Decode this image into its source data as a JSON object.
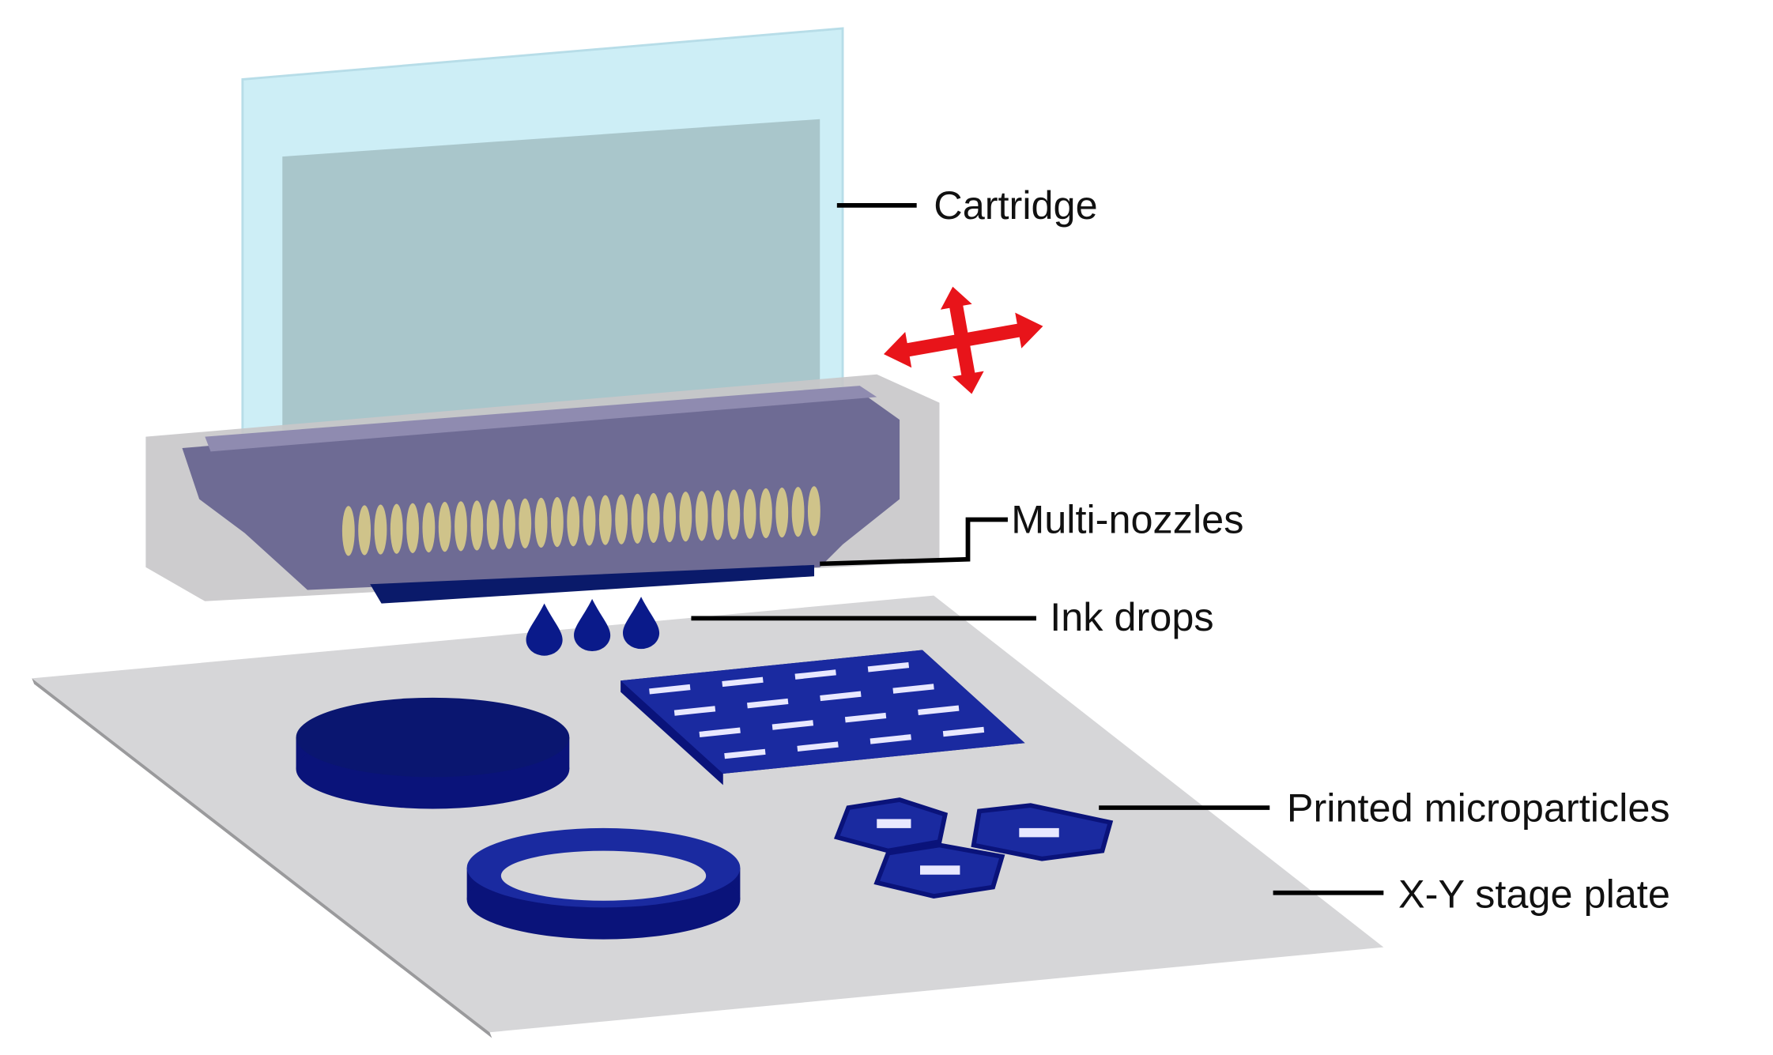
{
  "labels": {
    "cartridge": "Cartridge",
    "multi_nozzles": "Multi-nozzles",
    "ink_drops": "Ink drops",
    "printed_microparticles": "Printed microparticles",
    "stage_plate": "X-Y stage plate"
  },
  "colors": {
    "cartridge": "#cdeef6",
    "cartridge_inner": "#a9c6cb",
    "housing": "#c8c6c9",
    "print_head": "#6e6b94",
    "nozzles": "#cfc38a",
    "ink": "#0a1a8a",
    "plate": "#d6d6d8",
    "motion_arrow": "#e8141a"
  },
  "icons": {
    "motion": "four-way-arrow-icon"
  }
}
